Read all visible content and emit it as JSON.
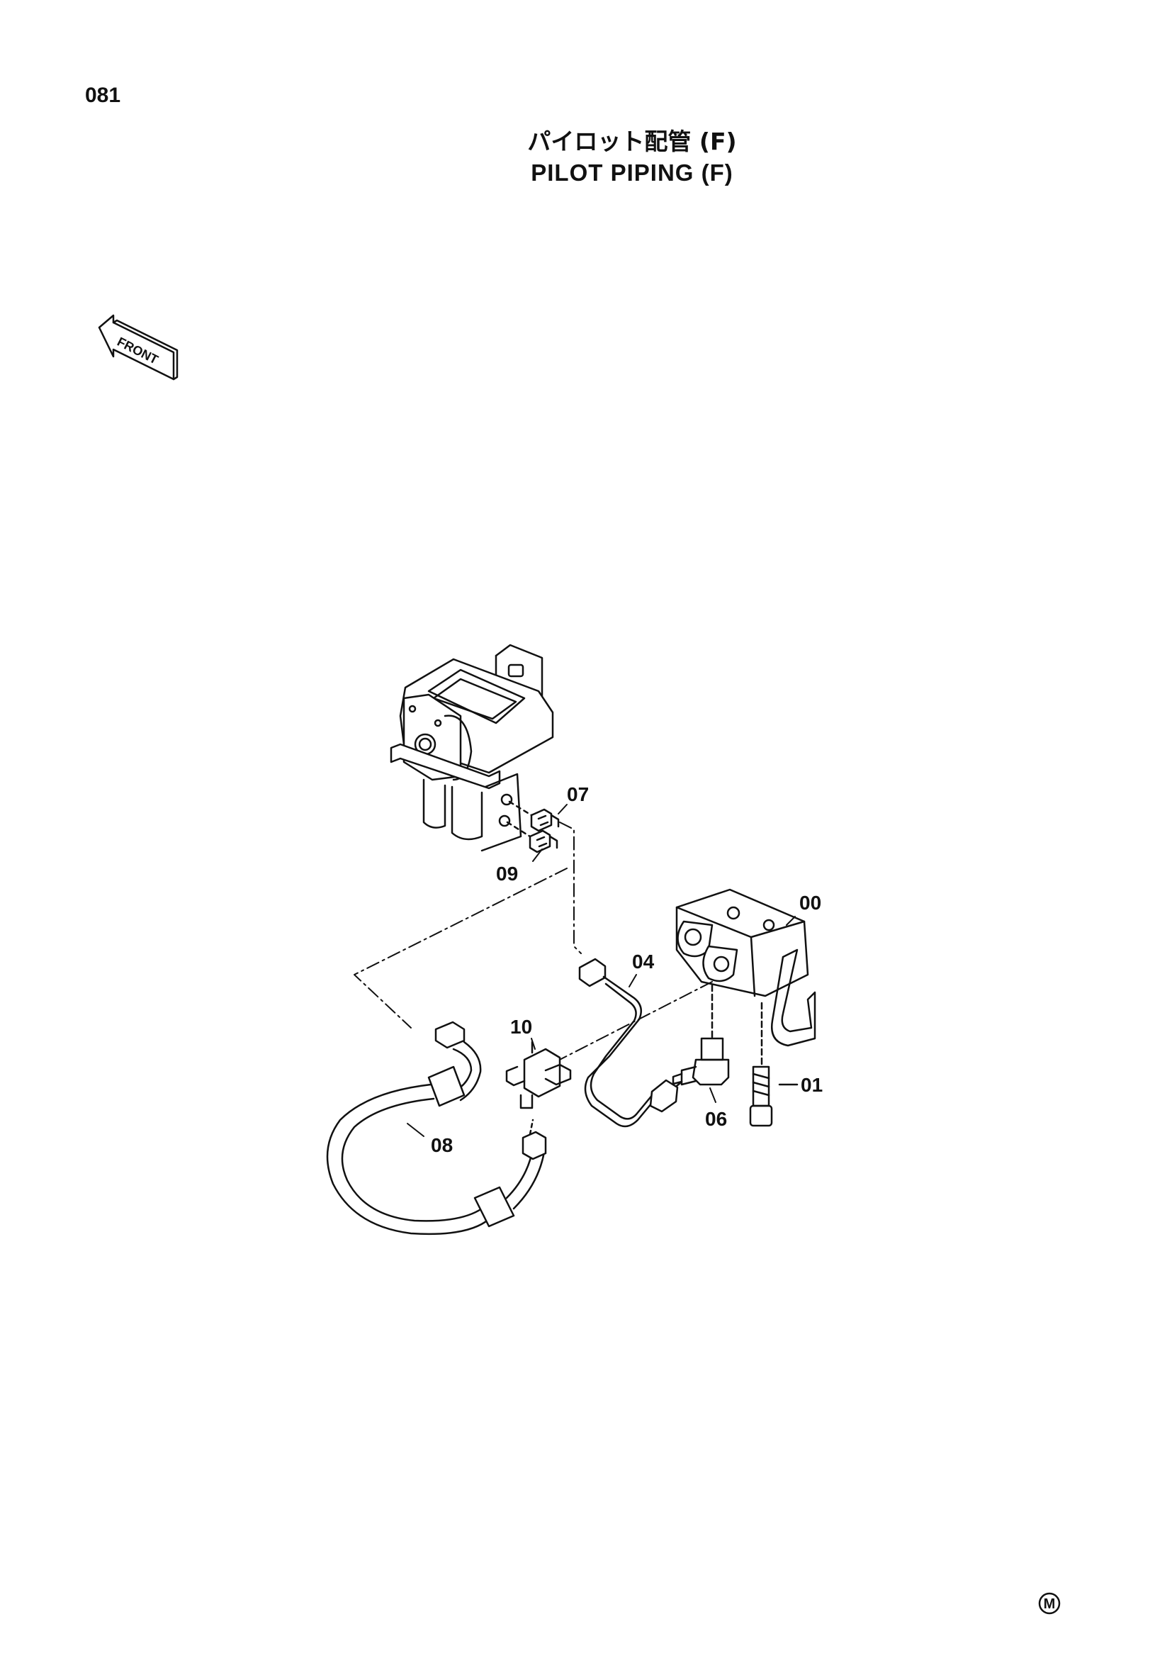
{
  "page": {
    "number": "081",
    "title_jp": "パイロット配管 (F)",
    "title_en": "PILOT PIPING (F)"
  },
  "front_indicator": {
    "label": "FRONT",
    "icon": "front-arrow-icon"
  },
  "parts": [
    {
      "id": "00"
    },
    {
      "id": "01"
    },
    {
      "id": "04"
    },
    {
      "id": "06"
    },
    {
      "id": "07"
    },
    {
      "id": "08"
    },
    {
      "id": "09"
    },
    {
      "id": "10"
    }
  ],
  "footer": {
    "mark": "M",
    "icon": "circled-m-icon"
  }
}
